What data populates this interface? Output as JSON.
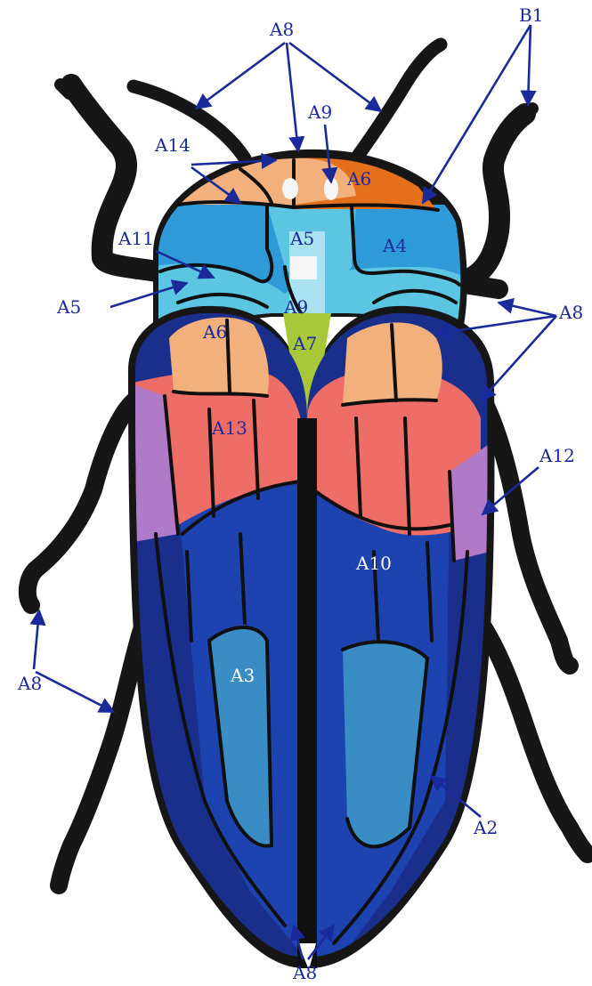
{
  "labels": {
    "a8_top": "A8",
    "b1": "B1",
    "a9_top": "A9",
    "a14": "A14",
    "a6_head": "A6",
    "a11": "A11",
    "a5_inner": "A5",
    "a4": "A4",
    "a5_outer": "A5",
    "a9_inner": "A9",
    "a7": "A7",
    "a8_right": "A8",
    "a6_wing": "A6",
    "a13": "A13",
    "a12": "A12",
    "a10": "A10",
    "a3": "A3",
    "a8_left": "A8",
    "a2": "A2",
    "a8_bottom": "A8"
  },
  "colors": {
    "label_text": "#1a2a9a",
    "outline": "#161616",
    "peach": "#f2b07c",
    "orange": "#e5701c",
    "sky_blue": "#2f9ad8",
    "light_cyan": "#5cc6e2",
    "pale_blue": "#a9e2f0",
    "lime": "#a8c83a",
    "salmon": "#ee6d66",
    "lavender": "#b07ac8",
    "royal_blue": "#1d43b0",
    "navy": "#1a2f8c",
    "steel_blue": "#3a8cc4"
  }
}
